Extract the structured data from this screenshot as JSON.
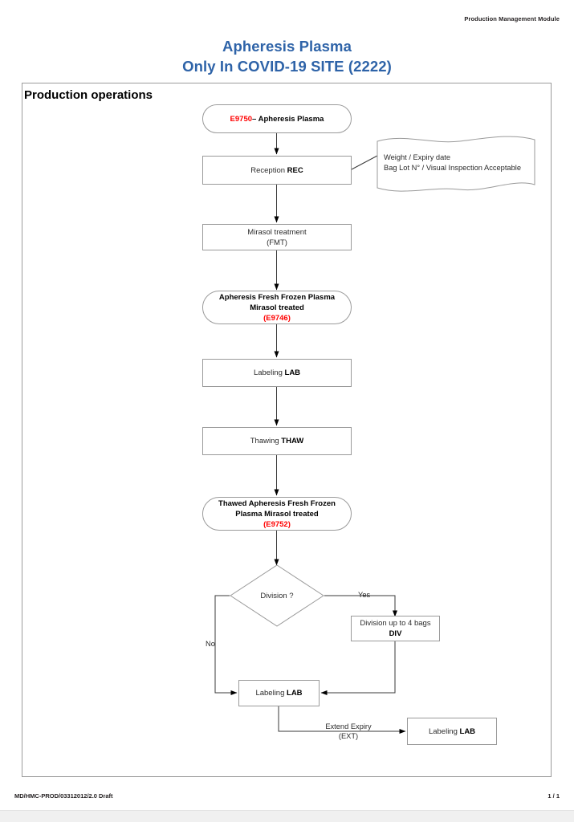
{
  "header": {
    "module_label": "Production Management Module",
    "title_line_1": "Apheresis Plasma",
    "title_line_2": "Only In COVID-19 SITE (2222)",
    "title_color": "#2e63a8"
  },
  "section": {
    "title": "Production operations"
  },
  "flowchart": {
    "type": "flowchart",
    "accent_code_color": "#ff0000",
    "node_border_color": "#9a9a9a",
    "nodes": [
      {
        "id": "start",
        "shape": "terminator",
        "code": "E9750",
        "text": "– Apheresis Plasma"
      },
      {
        "id": "reception",
        "shape": "process",
        "text": "Reception ",
        "bold_suffix": "REC"
      },
      {
        "id": "mirasol",
        "shape": "process",
        "line1": "Mirasol treatment",
        "line2": "(FMT)"
      },
      {
        "id": "afftp",
        "shape": "terminator",
        "line1": "Apheresis Fresh Frozen Plasma",
        "line2": "Mirasol treated",
        "code": "(E9746)"
      },
      {
        "id": "labeling1",
        "shape": "process",
        "text": "Labeling ",
        "bold_suffix": "LAB"
      },
      {
        "id": "thawing",
        "shape": "process",
        "text": "Thawing ",
        "bold_suffix": "THAW"
      },
      {
        "id": "thawed",
        "shape": "terminator",
        "line1": "Thawed Apheresis Fresh Frozen",
        "line2": "Plasma Mirasol treated",
        "code": "(E9752)"
      },
      {
        "id": "decision",
        "shape": "decision",
        "text": "Division ?"
      },
      {
        "id": "division",
        "shape": "process",
        "line1": "Division up to 4 bags",
        "line2": "DIV"
      },
      {
        "id": "labeling2",
        "shape": "process",
        "text": "Labeling ",
        "bold_suffix": "LAB"
      },
      {
        "id": "labeling3",
        "shape": "process",
        "text": "Labeling ",
        "bold_suffix": "LAB"
      }
    ],
    "note": {
      "id": "reception-note",
      "shape": "wavy-document",
      "line1": "Weight / Expiry date",
      "line2": "Bag Lot N° / Visual Inspection Acceptable"
    },
    "edge_labels": {
      "yes": "Yes",
      "no": "No",
      "extend_expiry_line1": "Extend Expiry",
      "extend_expiry_line2": "(EXT)"
    }
  },
  "footer": {
    "document_ref": "MD/HMC-PROD/03312012/2.0 Draft",
    "page_number": "1 / 1"
  }
}
